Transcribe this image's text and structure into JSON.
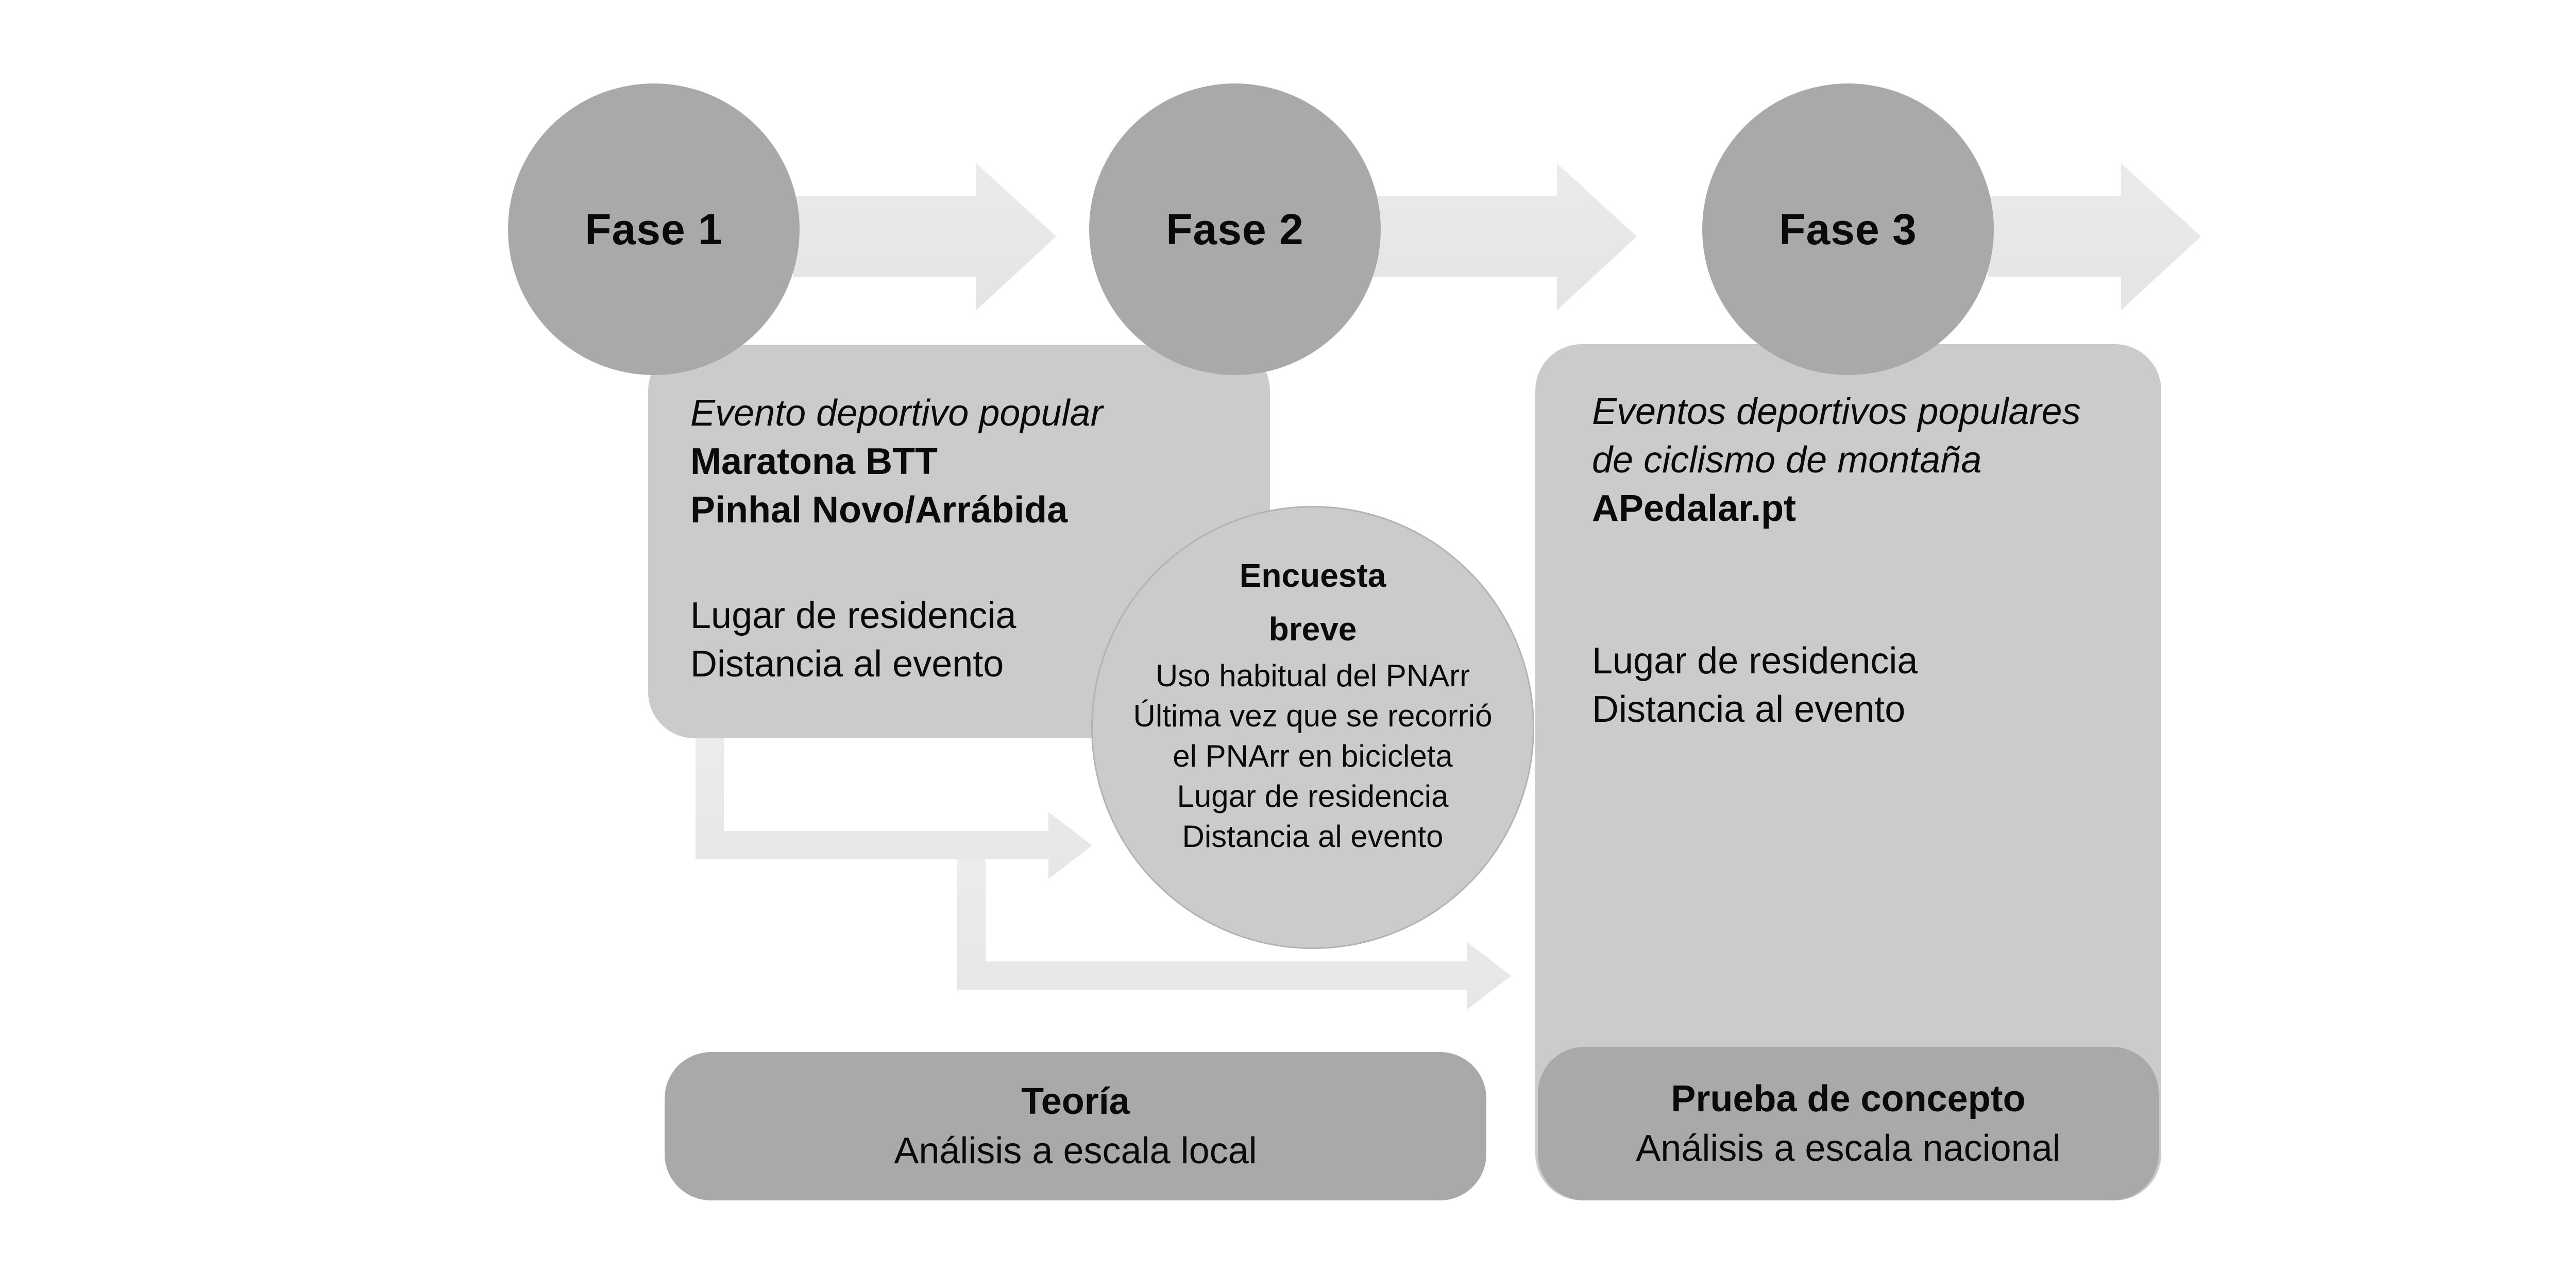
{
  "phases": [
    {
      "label": "Fase 1"
    },
    {
      "label": "Fase 2"
    },
    {
      "label": "Fase 3"
    }
  ],
  "box_fase1": {
    "title_italic": "Evento deportivo popular",
    "title_bold_lines": [
      "Maratona BTT",
      "Pinhal Novo/Arrábida"
    ],
    "items": [
      "Lugar de residencia",
      "Distancia al evento"
    ]
  },
  "survey_circle": {
    "title_lines": [
      "Encuesta",
      "breve"
    ],
    "items": [
      "Uso habitual del PNArr",
      "Última vez que se recorrió",
      "el PNArr en bicicleta",
      "Lugar de residencia",
      "Distancia al evento"
    ]
  },
  "box_fase3": {
    "title_italic_lines": [
      "Eventos deportivos populares",
      "de ciclismo de montaña"
    ],
    "title_bold": "APedalar.pt",
    "items": [
      "Lugar de residencia",
      "Distancia al evento"
    ]
  },
  "bottom_left_box": {
    "title": "Teoría",
    "subtitle": "Análisis a escala local"
  },
  "bottom_right_box": {
    "title": "Prueba de concepto",
    "subtitle": "Análisis a escala nacional"
  },
  "colors": {
    "phase_circle": "#a9a9a9",
    "content_box": "#cbcbcb",
    "survey_circle_border": "#b3b3b3",
    "flow_arrow": "#e7e7e7",
    "elbow_arrow": "#e9e9e9",
    "result_box": "#a9a9a9",
    "text": "#0a0a0a",
    "background": "#ffffff"
  }
}
